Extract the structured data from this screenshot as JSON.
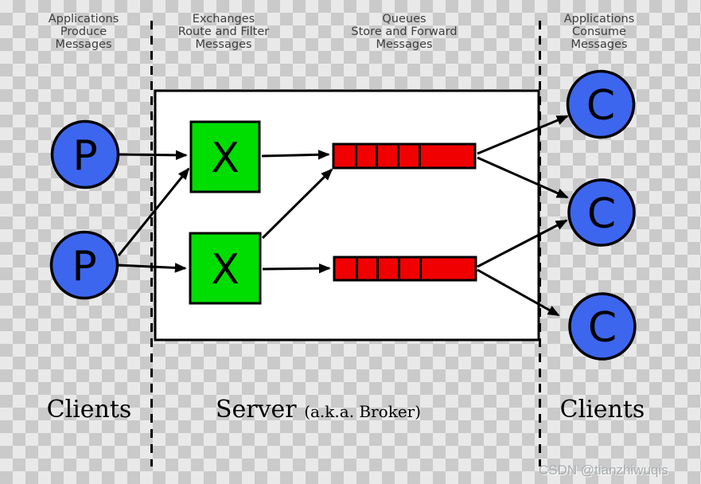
{
  "title_labels": [
    {
      "lines": [
        "Applications",
        "Produce",
        "Messages"
      ]
    },
    {
      "lines": [
        "Exchanges",
        "Route and Filter",
        "Messages"
      ]
    },
    {
      "lines": [
        "Queues",
        "Store and Forward",
        "Messages"
      ]
    },
    {
      "lines": [
        "Applications",
        "Consume",
        "Messages"
      ]
    }
  ],
  "footer_labels": {
    "clients_left": "Clients",
    "server": "Server",
    "server_note": "(a.k.a. Broker)",
    "clients_right": "Clients"
  },
  "nodes": {
    "producers": [
      {
        "label": "P"
      },
      {
        "label": "P"
      }
    ],
    "exchanges": [
      {
        "label": "X"
      },
      {
        "label": "X"
      }
    ],
    "consumers": [
      {
        "label": "C"
      },
      {
        "label": "C"
      },
      {
        "label": "C"
      }
    ],
    "queues": [
      {
        "segments": 5
      },
      {
        "segments": 5
      }
    ]
  },
  "watermark": "CSDN @tianzhiwuqis",
  "colors": {
    "producer_consumer_blue": "#3d66ee",
    "exchange_green": "#00dd00",
    "queue_red": "#f10000",
    "server_box_white": "#ffffff",
    "line_black": "#000000",
    "top_label_gray": "#3d3d3d",
    "watermark_gray": "#a6abae"
  }
}
